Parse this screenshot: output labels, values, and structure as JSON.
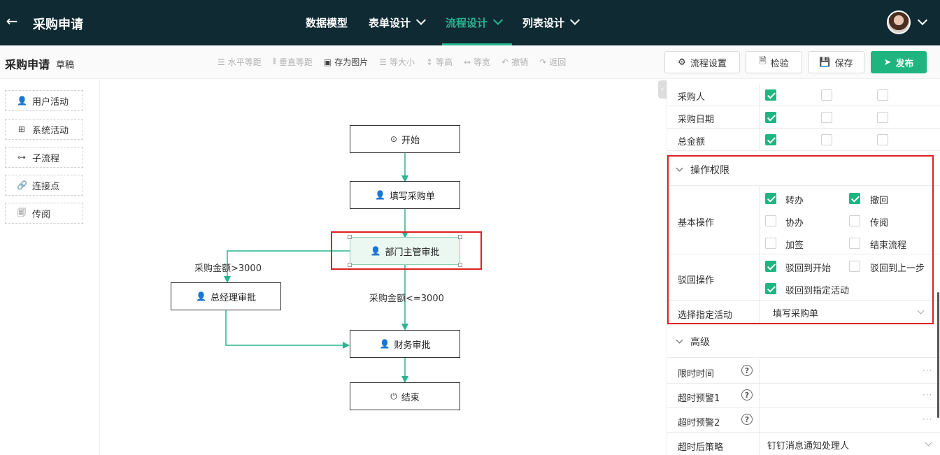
{
  "app": {
    "title": "采购申请"
  },
  "nav": [
    {
      "label": "数据模型",
      "chevron": false,
      "active": false
    },
    {
      "label": "表单设计",
      "chevron": true,
      "active": false
    },
    {
      "label": "流程设计",
      "chevron": true,
      "active": true
    },
    {
      "label": "列表设计",
      "chevron": true,
      "active": false
    }
  ],
  "doc": {
    "title": "采购申请",
    "status": "草稿"
  },
  "tools": [
    "水平等距",
    "垂直等距",
    "存为图片",
    "等大小",
    "等高",
    "等宽",
    "撤销",
    "返回"
  ],
  "buttons": {
    "settings": "流程设置",
    "validate": "检验",
    "save": "保存",
    "publish": "发布"
  },
  "palette": [
    "用户活动",
    "系统活动",
    "子流程",
    "连接点",
    "传阅"
  ],
  "nodes": {
    "start": "开始",
    "fill": "填写采购单",
    "dept": "部门主管审批",
    "gm": "总经理审批",
    "finance": "财务审批",
    "end": "结束"
  },
  "edges": {
    "gt": "采购金额>3000",
    "le": "采购金额<=3000"
  },
  "fields": [
    {
      "label": "采购人",
      "checks": [
        true,
        false,
        false
      ]
    },
    {
      "label": "采购日期",
      "checks": [
        true,
        false,
        false
      ]
    },
    {
      "label": "总金额",
      "checks": [
        true,
        false,
        false
      ]
    }
  ],
  "ops_section": {
    "title": "操作权限",
    "basic_label": "基本操作",
    "basic": [
      {
        "label": "转办",
        "checked": true
      },
      {
        "label": "撤回",
        "checked": true
      },
      {
        "label": "协办",
        "checked": false
      },
      {
        "label": "传阅",
        "checked": false
      },
      {
        "label": "加签",
        "checked": false
      },
      {
        "label": "结束流程",
        "checked": false
      }
    ],
    "reject_label": "驳回操作",
    "reject": [
      {
        "label": "驳回到开始",
        "checked": true
      },
      {
        "label": "驳回到上一步",
        "checked": false
      },
      {
        "label": "驳回到指定活动",
        "checked": true
      }
    ],
    "target_label": "选择指定活动",
    "target_value": "填写采购单"
  },
  "advanced": {
    "title": "高级",
    "rows": [
      {
        "label": "限时时间",
        "help": "?"
      },
      {
        "label": "超时预警1",
        "help": "?"
      },
      {
        "label": "超时预警2",
        "help": "?"
      }
    ],
    "strategy_label": "超时后策略",
    "strategy_value": "钉钉消息通知处理人"
  },
  "colors": {
    "accent": "#1fb580",
    "nav_bg": "#0f2a33",
    "highlight": "#e02020"
  }
}
